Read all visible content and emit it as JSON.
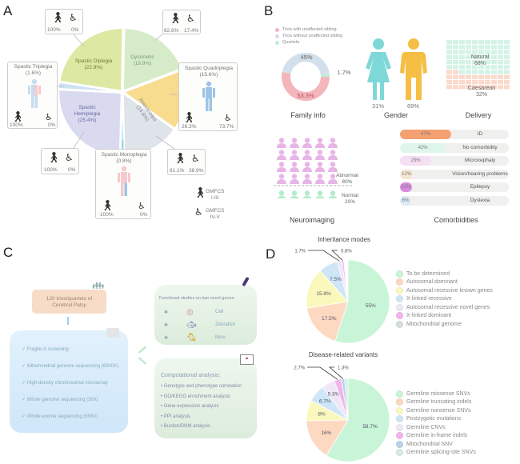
{
  "panels": {
    "a": "A",
    "b": "B",
    "c": "C",
    "d": "D"
  },
  "panel_a": {
    "pie": [
      {
        "name": "Dyskinetic",
        "label": "Dyskinetic",
        "pct_label": "(18.9%)",
        "value": 18.9,
        "color": "#d6ecc9"
      },
      {
        "name": "Spastic Quadriplegia",
        "label": "",
        "pct_label": "",
        "value": 15.6,
        "color": "#f7dc8e"
      },
      {
        "name": "Ataxic",
        "label": "Atasianelpa",
        "pct_label": "(14.8%)",
        "value": 14.8,
        "color": "#dfe3ea"
      },
      {
        "name": "Spastic Monoplegia",
        "label": "",
        "pct_label": "",
        "value": 0.8,
        "color": "#7fe3e6"
      },
      {
        "name": "Spastic Hemiplegia",
        "label": "Spastic Hemiplegia",
        "pct_label": "(25.4%)",
        "value": 25.4,
        "color": "#d9d9f0"
      },
      {
        "name": "Spastic Triplegia",
        "label": "",
        "pct_label": "",
        "value": 1.6,
        "color": "#cfe2f3"
      },
      {
        "name": "Spastic Diplegia",
        "label": "Spastic Diplegia",
        "pct_label": "(22.9%)",
        "value": 22.9,
        "color": "#dde9a3"
      }
    ],
    "callouts": {
      "diplegia": {
        "walk": "100%",
        "wheel": "0%"
      },
      "dyskinetic": {
        "walk": "82.6%",
        "wheel": "17.4%"
      },
      "triplegia": {
        "title": "Spastic Triplegia",
        "pct": "(1.6%)",
        "walk": "100%",
        "wheel": "0%"
      },
      "quadriplegia": {
        "title": "Spastic Quadriplegia",
        "pct": "(15.6%)",
        "walk": "26.3%",
        "wheel": "73.7%"
      },
      "hemiplegia": {
        "walk": "100%",
        "wheel": "0%"
      },
      "monoplegia": {
        "title": "Spastic Monoplegia",
        "pct": "(0.8%)",
        "walk": "100%",
        "wheel": "0%"
      },
      "ataxic": {
        "walk": "61.1%",
        "wheel": "38.9%"
      }
    },
    "legend": {
      "walk_label_1": "GMFCS",
      "walk_label_2": "I-III",
      "wheel_label_1": "GMFCS",
      "wheel_label_2": "IV-V"
    }
  },
  "panel_b": {
    "family": {
      "caption": "Family info",
      "legend": [
        {
          "label": "Trios with unaffected sibling",
          "color": "#f4b6bb"
        },
        {
          "label": "Trios without unaffected sibling",
          "color": "#d3dfea"
        },
        {
          "label": "Quartets",
          "color": "#bff0d0"
        }
      ],
      "values": [
        53.3,
        45,
        1.7
      ],
      "labels": [
        "53.3%",
        "45%",
        "1.7%"
      ]
    },
    "gender": {
      "caption": "Gender",
      "female": "31%",
      "male": "69%",
      "female_color": "#7fd8d8",
      "male_color": "#f5bf45"
    },
    "delivery": {
      "caption": "Delivery",
      "natural_label": "Natural",
      "natural_pct": "68%",
      "natural_value": 68,
      "caesarean_label": "Caesarean",
      "caesarean_pct": "32%",
      "caesarean_value": 32
    },
    "neuroimaging": {
      "caption": "Neuroimaging",
      "abnormal_label": "Abnormal",
      "abnormal_pct": "80%",
      "normal_label": "Normal",
      "normal_pct": "20%",
      "abnormal_value": 80,
      "normal_value": 20
    },
    "comorbidities": {
      "caption": "Comorbidities",
      "items": [
        {
          "label": "ID",
          "pct": "47%",
          "value": 47,
          "color": "#f4a072"
        },
        {
          "label": "No comorbidity",
          "pct": "42%",
          "value": 42,
          "color": "#dff6ec"
        },
        {
          "label": "Microcephaly",
          "pct": "29%",
          "value": 29,
          "color": "#f6def3"
        },
        {
          "label": "Vision/hearing problems",
          "pct": "12%",
          "value": 12,
          "color": "#f7e6d3"
        },
        {
          "label": "Epilepsy",
          "pct": "11%",
          "value": 11,
          "color": "#d88ae0"
        },
        {
          "label": "Dyslexia",
          "pct": "6%",
          "value": 6,
          "color": "#dceaf7"
        }
      ]
    }
  },
  "panel_c": {
    "cohort": {
      "line1": "120 trios/quartets of",
      "line2": "Cerebral Palsy"
    },
    "sequencing": [
      "✓ Fragile-X screening",
      "✓ Mitochondrial genome sequencing (6000X)",
      "✓ High-density chromosomal microarray",
      "✓ Whole genome sequencing (36X)",
      "✓ Whole exome sequencing (606X)"
    ],
    "functional": {
      "title": "Functional studies on two novel genes:",
      "items": [
        "Cell",
        "Zebrafish",
        "Mice"
      ]
    },
    "computational": {
      "title": "Computational analysis:",
      "items": [
        "• Genotype and phenotype correlation",
        "• GO/KEGG enrichment analysis",
        "• Gene expression analysis",
        "• PPI analysis",
        "• Burden/DNM analysis"
      ]
    }
  },
  "chart_data": [
    {
      "type": "pie",
      "title": "CP subtypes",
      "categories": [
        "Spastic Diplegia",
        "Dyskinetic",
        "Spastic Quadriplegia",
        "Ataxic",
        "Spastic Monoplegia",
        "Spastic Hemiplegia",
        "Spastic Triplegia"
      ],
      "values": [
        22.9,
        18.9,
        15.6,
        14.8,
        0.8,
        25.4,
        1.6
      ]
    },
    {
      "type": "pie",
      "title": "Family info",
      "categories": [
        "Trios with unaffected sibling",
        "Trios without unaffected sibling",
        "Quartets"
      ],
      "values": [
        53.3,
        45,
        1.7
      ]
    },
    {
      "type": "bar",
      "title": "Comorbidities",
      "categories": [
        "ID",
        "No comorbidity",
        "Microcephaly",
        "Vision/hearing problems",
        "Epilepsy",
        "Dyslexia"
      ],
      "values": [
        47,
        42,
        29,
        12,
        11,
        6
      ]
    },
    {
      "type": "pie",
      "title": "Inheritance modes",
      "categories": [
        "To be determined",
        "Autosomal dominant",
        "Autosomal recessive known genes",
        "X-linked recessive",
        "Autosomal recessive novel genes",
        "X-linked dominant",
        "Mitochondrial genome"
      ],
      "values": [
        55,
        17.5,
        15.8,
        7.5,
        1.7,
        0.8,
        0
      ],
      "labels": [
        "55%",
        "17.5%",
        "15.8%",
        "7.5%",
        "1.7%",
        "0.8%",
        ""
      ],
      "colors": [
        "#c8f5d8",
        "#fdd9c2",
        "#fbf8be",
        "#cfe6f9",
        "#efe6f6",
        "#f2b4ec",
        "#d6e0dc"
      ],
      "legend_position": "right"
    },
    {
      "type": "pie",
      "title": "Disease-related variants",
      "categories": [
        "Germline missense SNVs",
        "Germline truncating indels",
        "Germline nonsense SNVs",
        "Postzygotic mutations",
        "Germline CNVs",
        "Germline in-frame indels",
        "Mitochondrial SNV",
        "Germline splicing-site SNVs"
      ],
      "values": [
        58.7,
        16,
        8,
        6.7,
        5.3,
        2.7,
        1.3,
        1.3
      ],
      "labels": [
        "58.7%",
        "16%",
        "8%",
        "6.7%",
        "5.3%",
        "2.7%",
        "1.3%",
        ""
      ],
      "colors": [
        "#c8f5d8",
        "#fdd9c2",
        "#fbf8be",
        "#cfe6f9",
        "#efe6f6",
        "#f2b4ec",
        "#b9d3ec",
        "#d6ede2"
      ],
      "legend_position": "right"
    }
  ]
}
